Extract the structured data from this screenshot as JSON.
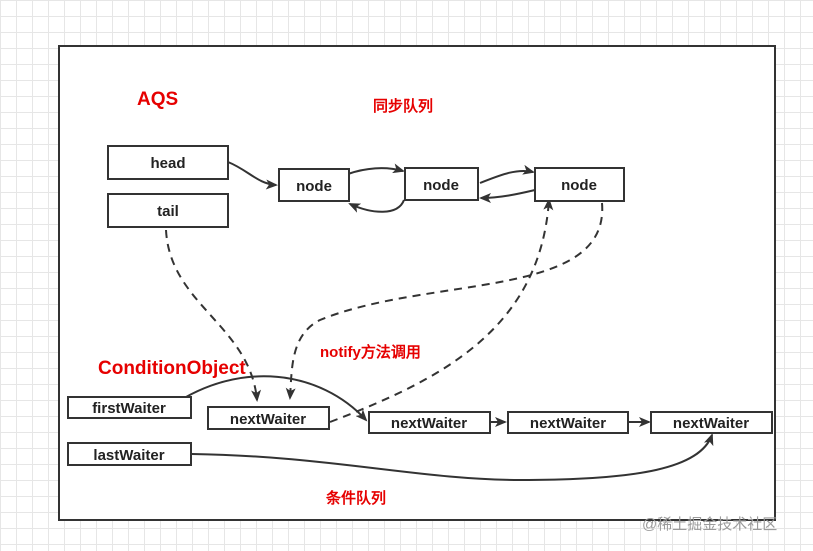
{
  "title": "AQS",
  "sync_queue_label": "同步队列",
  "head_label": "head",
  "tail_label": "tail",
  "node_labels": [
    "node",
    "node",
    "node"
  ],
  "condition_object_label": "ConditionObject",
  "first_waiter_label": "firstWaiter",
  "last_waiter_label": "lastWaiter",
  "next_waiter_labels": [
    "nextWaiter",
    "nextWaiter",
    "nextWaiter",
    "nextWaiter"
  ],
  "notify_label": "notify方法调用",
  "condition_queue_label": "条件队列",
  "watermark": "@稀土掘金技术社区",
  "colors": {
    "accent": "#e60000",
    "line": "#333333",
    "box_border": "#333333"
  }
}
